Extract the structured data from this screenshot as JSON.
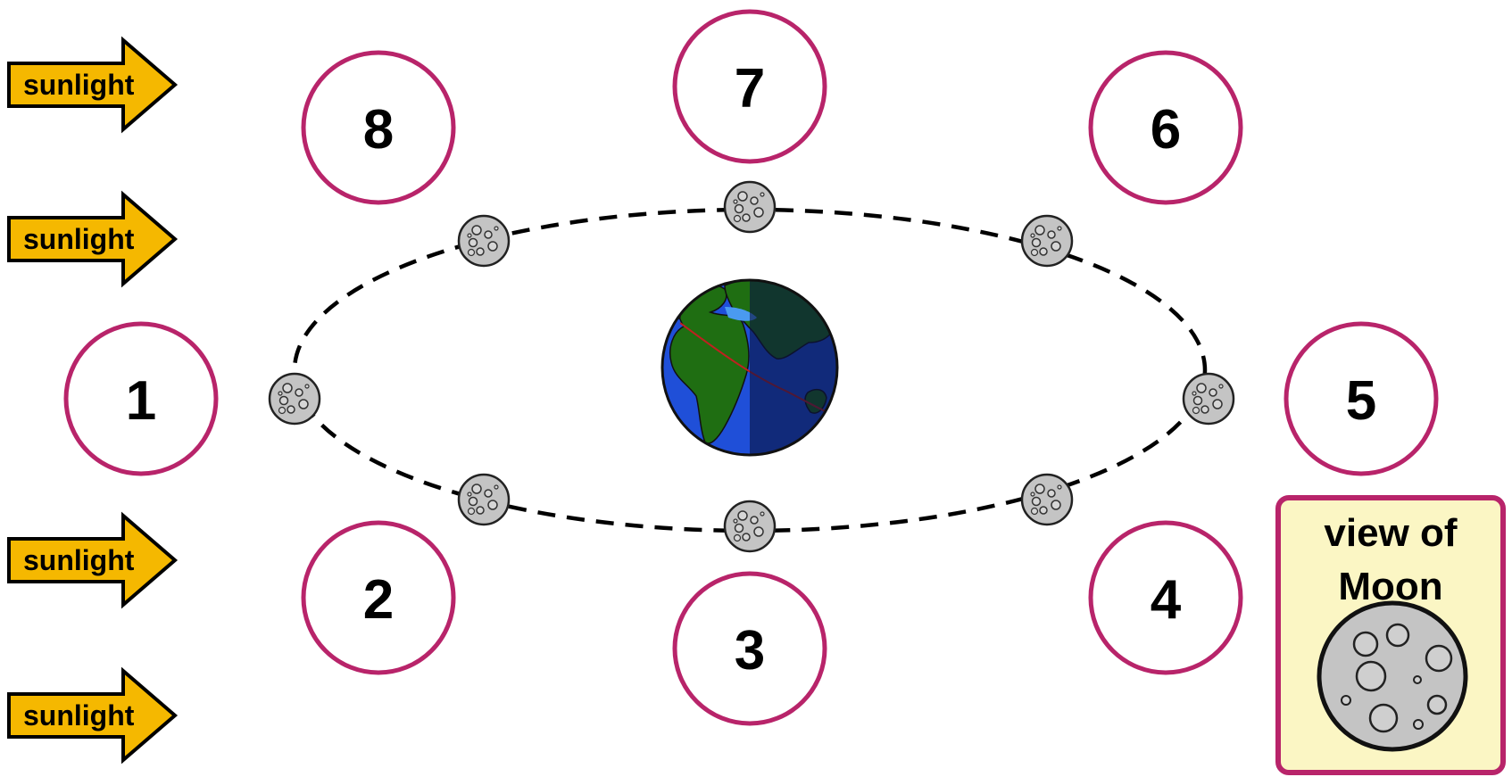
{
  "sunlight_arrows": [
    {
      "label": "sunlight"
    },
    {
      "label": "sunlight"
    },
    {
      "label": "sunlight"
    },
    {
      "label": "sunlight"
    }
  ],
  "positions": [
    {
      "label": "1"
    },
    {
      "label": "2"
    },
    {
      "label": "3"
    },
    {
      "label": "4"
    },
    {
      "label": "5"
    },
    {
      "label": "6"
    },
    {
      "label": "7"
    },
    {
      "label": "8"
    }
  ],
  "view_panel": {
    "line1": "view of",
    "line2": "Moon"
  },
  "colors": {
    "arrow_fill": "#f5b800",
    "circle_stroke": "#b8246a",
    "panel_fill": "#fbf6c4",
    "panel_stroke": "#b8246a",
    "moon_fill": "#c8c8c8",
    "orbit_stroke": "#000000",
    "earth_land": "#1f6e12",
    "earth_ocean": "#1f4fd8"
  },
  "icons": {
    "earth": "earth-icon",
    "moon": "moon-icon",
    "arrow": "sunlight-arrow-icon"
  }
}
